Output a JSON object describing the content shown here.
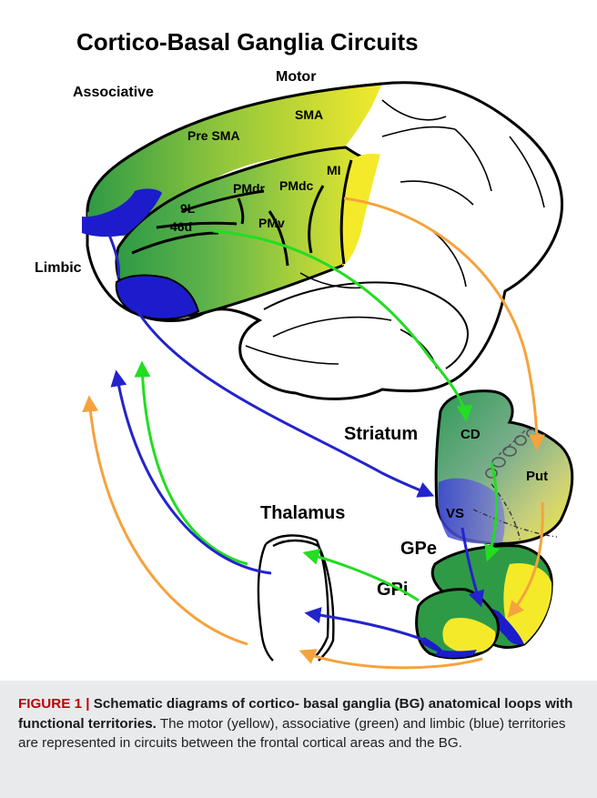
{
  "figure": {
    "title": "Cortico-Basal Ganglia Circuits",
    "labels": {
      "associative": "Associative",
      "motor": "Motor",
      "limbic": "Limbic",
      "sma": "SMA",
      "pre_sma": "Pre SMA",
      "mi": "MI",
      "pmdr": "PMdr",
      "pmdc": "PMdc",
      "pmv": "PMv",
      "area_9l": "9L",
      "area_46d": "46d",
      "striatum": "Striatum",
      "cd": "CD",
      "put": "Put",
      "vs": "VS",
      "thalamus": "Thalamus",
      "gpe": "GPe",
      "gpi": "GPi"
    },
    "colors": {
      "motor": "#f5ea2a",
      "associative": "#2f9a45",
      "limbic": "#1c1ccc",
      "motor_pathway": "#f5a33c",
      "associative_pathway": "#22dd22",
      "limbic_pathway": "#2323cc"
    }
  },
  "caption": {
    "title": "FIGURE 1 | Schematic diagrams of cortico- basal ganglia (BG) anatomical loops with functional territories.",
    "body": "The motor (yellow), associative (green) and limbic (blue) territories are represented in circuits between the frontal cortical areas and the BG."
  }
}
